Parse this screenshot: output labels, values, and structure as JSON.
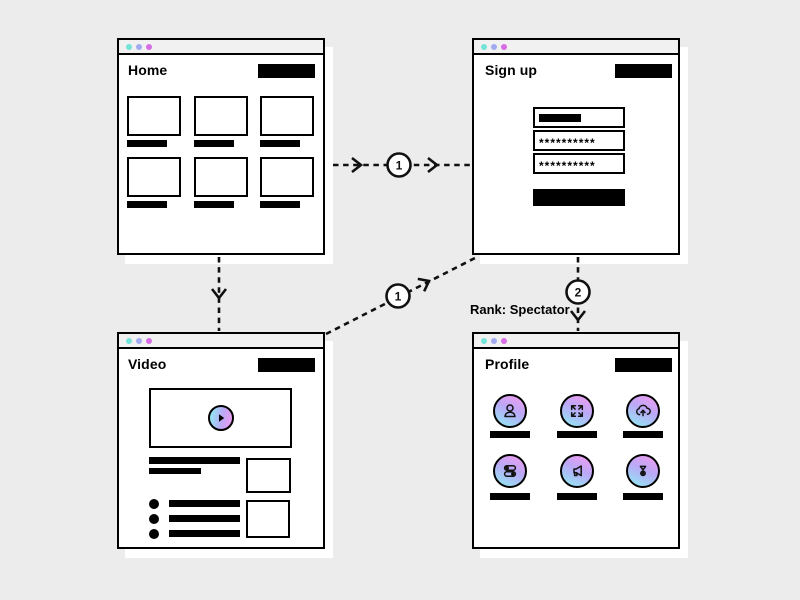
{
  "colors": {
    "canvas_bg": "#ececec",
    "window_bg": "#ffffff",
    "titlebar_bg": "#f1f1f1",
    "outline": "#000000",
    "shadow": "#ffffff",
    "dot_teal": "#74e3d8",
    "dot_periwinkle": "#a2abf0",
    "dot_orchid": "#d76de4",
    "gradient_pink": "#ef9df1",
    "gradient_violet": "#bba8f6",
    "gradient_cyan": "#92e6f4"
  },
  "windows": {
    "home": {
      "title": "Home"
    },
    "signup": {
      "title": "Sign up",
      "password1": "**********",
      "password2": "**********"
    },
    "video": {
      "title": "Video"
    },
    "profile": {
      "title": "Profile"
    }
  },
  "connectors": {
    "home_to_signup_step": "1",
    "video_to_signup_step": "1",
    "signup_to_profile_step": "2",
    "rank_label": "Rank: Spectator"
  },
  "profile_icons": [
    {
      "name": "user-icon"
    },
    {
      "name": "move-icon"
    },
    {
      "name": "cloud-upload-icon"
    },
    {
      "name": "toggles-icon"
    },
    {
      "name": "megaphone-icon"
    },
    {
      "name": "award-icon"
    }
  ]
}
